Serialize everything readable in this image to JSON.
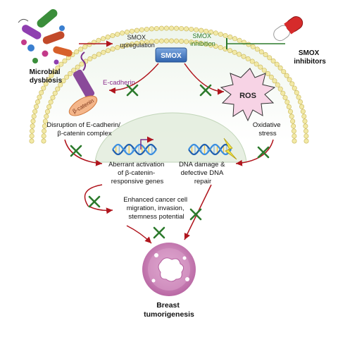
{
  "labels": {
    "microbial_dysbiosis": [
      "Microbial",
      "dysbiosis"
    ],
    "smox_upregulation": [
      "SMOX",
      "upregulation"
    ],
    "smox_inhibition": [
      "SMOX",
      "inhibition"
    ],
    "smox_inhibitors": [
      "SMOX",
      "inhibitors"
    ],
    "smox_box": "SMOX",
    "e_cadherin": "E-cadherin",
    "beta_catenin": "β-catenin",
    "ros": "ROS",
    "disruption": [
      "Disruption of E-cadherin/",
      "β-catenin complex"
    ],
    "oxidative_stress": [
      "Oxidative",
      "stress"
    ],
    "aberrant_activation": [
      "Aberrant activation",
      "of β-catenin-",
      "responsive genes"
    ],
    "dna_damage": [
      "DNA damage &",
      "defective DNA",
      "repair"
    ],
    "enhanced_cancer": [
      "Enhanced cancer cell",
      "migration, invasion,",
      "stemness potential"
    ],
    "breast_tumorigenesis": [
      "Breast",
      "tumorigenesis"
    ]
  },
  "colors": {
    "red_arrow": "#b0151d",
    "green_inhibit": "#2c7a2c",
    "membrane_head": "#f2e9a6",
    "smox_box": "#4a7ec4",
    "ros_star": "#f5c7dd",
    "tumor_circle": "#c77bb1",
    "text_green": "#2c7a2c",
    "text_purple": "#8a2a8a"
  },
  "icons": {
    "bacteria": "bacteria-cluster-icon",
    "capsule": "capsule-pill-icon",
    "dna": "dna-helix-icon",
    "tumor": "tumor-cell-icon"
  }
}
